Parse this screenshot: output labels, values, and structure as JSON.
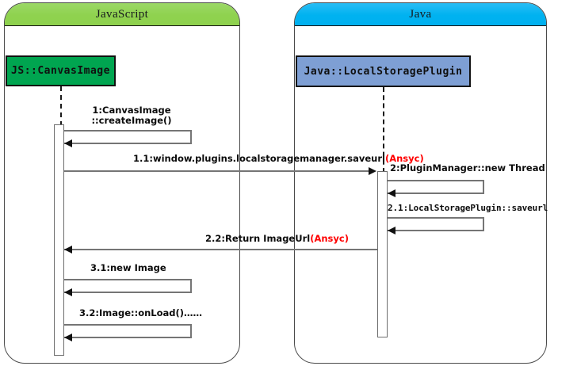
{
  "diagram": {
    "type": "uml-sequence-diagram",
    "frames": [
      {
        "id": "javascript",
        "title": "JavaScript",
        "header_color": "#8ed14d",
        "participant": {
          "name": "JS::CanvasImage",
          "color": "#00a550"
        }
      },
      {
        "id": "java",
        "title": "Java",
        "header_color": "#00b0ef",
        "participant": {
          "name": "Java::LocalStoragePlugin",
          "color": "#7e9fd4"
        }
      }
    ],
    "messages": [
      {
        "id": "m1",
        "number": "1",
        "label_line1": "1:CanvasImage",
        "label_line2": "::createImage()",
        "kind": "self-call",
        "from": "javascript",
        "to": "javascript"
      },
      {
        "id": "m2",
        "number": "1.1",
        "label": "1.1:window.plugins.localstoragemanager.saveurl",
        "annotation": "(Ansyc)",
        "annotation_color": "#ff0000",
        "kind": "call",
        "from": "javascript",
        "to": "java"
      },
      {
        "id": "m3",
        "number": "2",
        "label": "2:PluginManager::new Thread",
        "kind": "self-call",
        "from": "java",
        "to": "java"
      },
      {
        "id": "m4",
        "number": "2.1",
        "label": "2.1:LocalStoragePlugin::saveurl",
        "kind": "self-call",
        "from": "java",
        "to": "java"
      },
      {
        "id": "m5",
        "number": "2.2",
        "label": "2.2:Return ImageUrl",
        "annotation": "(Ansyc)",
        "annotation_color": "#ff0000",
        "kind": "return",
        "from": "java",
        "to": "javascript"
      },
      {
        "id": "m6",
        "number": "3.1",
        "label": "3.1:new Image",
        "kind": "self-call",
        "from": "javascript",
        "to": "javascript"
      },
      {
        "id": "m7",
        "number": "3.2",
        "label": "3.2:Image::onLoad()……",
        "kind": "self-call",
        "from": "javascript",
        "to": "javascript"
      }
    ]
  }
}
